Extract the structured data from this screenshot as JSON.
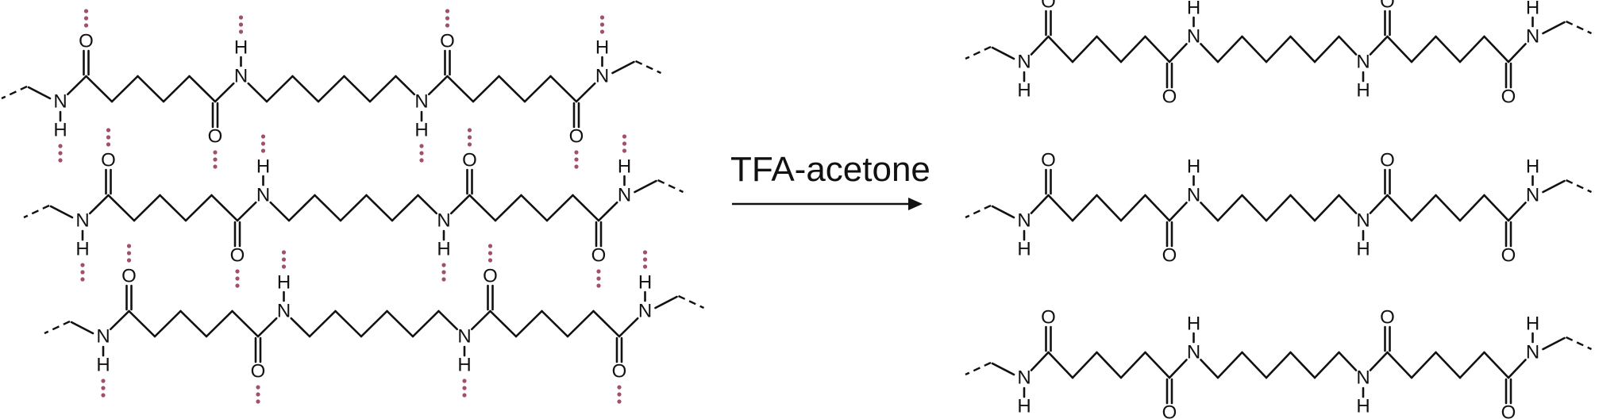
{
  "reaction": {
    "reagent_label": "TFA-acetone"
  },
  "atoms": {
    "nitrogen": "N",
    "oxygen": "O",
    "hydrogen": "H"
  },
  "left_panel": {
    "chain_count": 3,
    "hydrogen_bonding": true,
    "hbond_color": "#a0506e"
  },
  "right_panel": {
    "chain_count": 3,
    "hydrogen_bonding": false
  }
}
